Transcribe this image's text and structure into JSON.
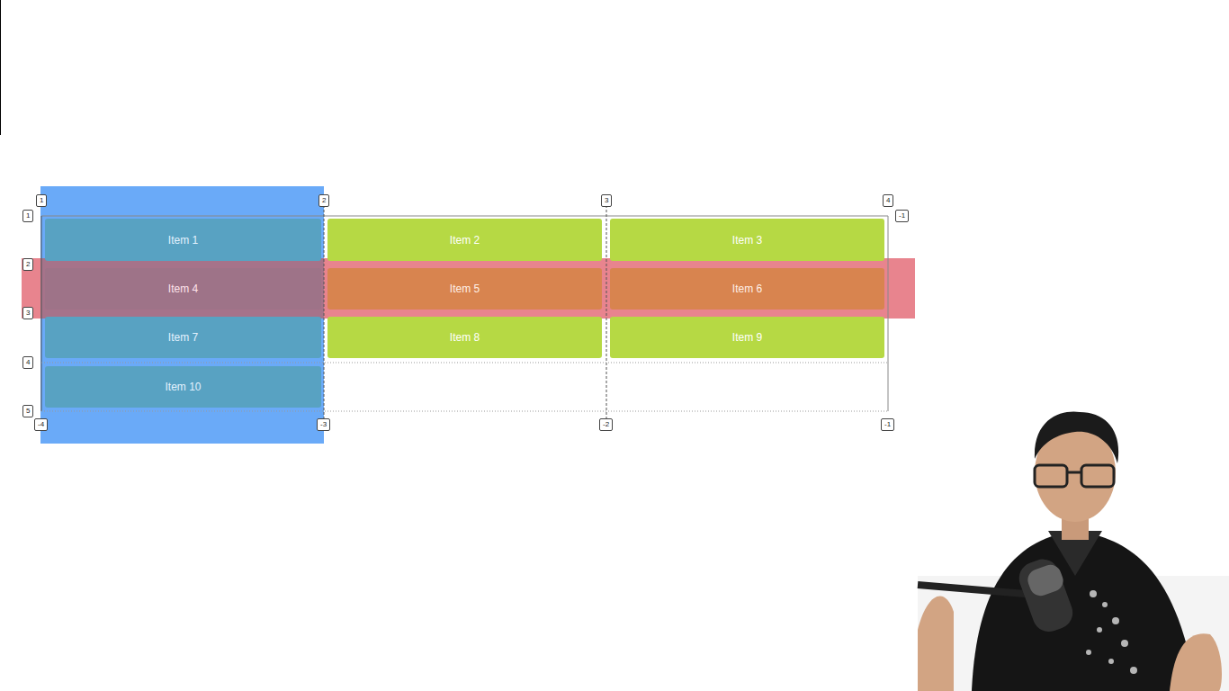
{
  "diagram": {
    "nodes": [
      {
        "text": [
          "Item 1"
        ]
      },
      {
        "text": [
          "Item 2"
        ]
      },
      {
        "text": [
          "Item 3"
        ]
      },
      {
        "text": [
          "Item 4"
        ]
      },
      {
        "text": [
          "Item 5"
        ]
      },
      {
        "text": [
          "Item 6"
        ]
      },
      {
        "text": [
          "Item 7"
        ]
      },
      {
        "text": [
          "Item 8"
        ]
      },
      {
        "text": [
          "Item 9"
        ]
      },
      {
        "text": [
          "Item 10"
        ]
      }
    ],
    "labels": [
      "1",
      "2",
      "3",
      "4",
      "-1",
      "1",
      "2",
      "3",
      "4",
      "5",
      "-4",
      "-3",
      "-2",
      "-1"
    ]
  }
}
